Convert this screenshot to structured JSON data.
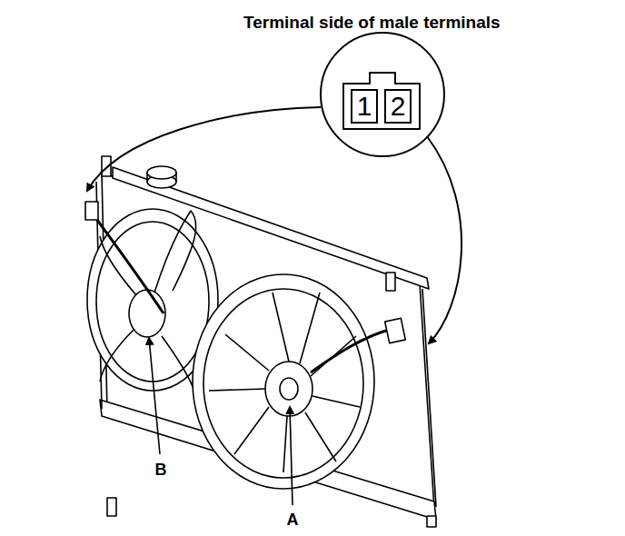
{
  "diagram": {
    "title": "Terminal side of male terminals",
    "nodes": [
      {
        "text": [
          "1"
        ]
      },
      {
        "text": [
          "2"
        ]
      }
    ],
    "labels": [
      "A",
      "B"
    ]
  }
}
